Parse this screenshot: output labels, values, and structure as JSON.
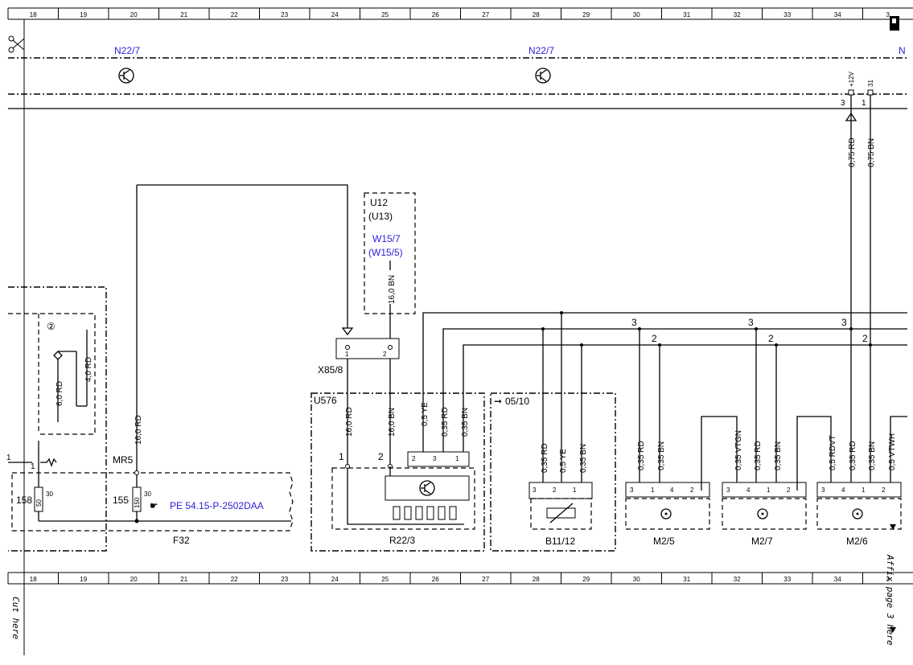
{
  "grid": {
    "columns": [
      "18",
      "19",
      "20",
      "21",
      "22",
      "23",
      "24",
      "25",
      "26",
      "27",
      "28",
      "29",
      "30",
      "31",
      "32",
      "33",
      "34",
      "3"
    ]
  },
  "cut_label": "Cut here",
  "affix_label": "Affix page 3 here",
  "header": {
    "n22_7_left": "N22/7",
    "n22_7_right": "N22/7",
    "n_right": "N",
    "pin_12v": "+12V",
    "pin_31": "31",
    "pin_3": "3",
    "pin_1": "1"
  },
  "u12": {
    "name": "U12",
    "alt": "(U13)",
    "w1": "W15/7",
    "w2": "(W15/5)",
    "wire": "16,0 BN"
  },
  "x85_8": {
    "name": "X85/8",
    "pin1": "1",
    "pin2": "2"
  },
  "left_module": {
    "circled": "②",
    "wire_a": "4,0 RD",
    "wire_b": "6,0 RD",
    "pin": "1",
    "pin2": "1"
  },
  "f32": {
    "name": "F32",
    "mr5": "MR5",
    "wire": "16,0 RD",
    "fuse158": "158",
    "fuse158_rating": "50",
    "fuse158_pin": "30",
    "fuse155": "155",
    "fuse155_rating": "150",
    "fuse155_pin": "30",
    "ref": "PE 54.15-P-2502DAA"
  },
  "u576": {
    "name": "U576",
    "r22_3": "R22/3",
    "wires": [
      "16,0 RD",
      "16,0 BN",
      "0,5 YE",
      "0,35 RD",
      "0,35 BN"
    ],
    "pin1": "1",
    "pin2": "2",
    "conn_pins": [
      "2",
      "3",
      "1"
    ]
  },
  "b11_12": {
    "name": "B11/12",
    "ref": "05/10",
    "wires": [
      "0,35 RD",
      "0,5 YE",
      "0,35 BN"
    ],
    "pins": [
      "3",
      "2",
      "1"
    ]
  },
  "m2_5": {
    "name": "M2/5",
    "wires": [
      "0,35 RD",
      "0,35 BN"
    ],
    "pins": [
      "3",
      "1",
      "4",
      "2"
    ]
  },
  "m2_7": {
    "name": "M2/7",
    "wires": [
      "0,35 VTGN",
      "0,35 RD",
      "0,35 BN"
    ],
    "pins": [
      "3",
      "4",
      "1",
      "2"
    ]
  },
  "m2_6": {
    "name": "M2/6",
    "wires": [
      "0,5 RDVT",
      "0,35 RD",
      "0,35 BN",
      "0,5 VTWH"
    ],
    "pins": [
      "3",
      "4",
      "1",
      "2"
    ]
  },
  "bus": {
    "label3a": "3",
    "label2a": "2",
    "label3b": "3",
    "label2b": "2",
    "label3c": "3",
    "label2c": "2"
  },
  "right_feed": {
    "wire_rd": "0,75 RD",
    "wire_bn": "0,75 BN"
  }
}
